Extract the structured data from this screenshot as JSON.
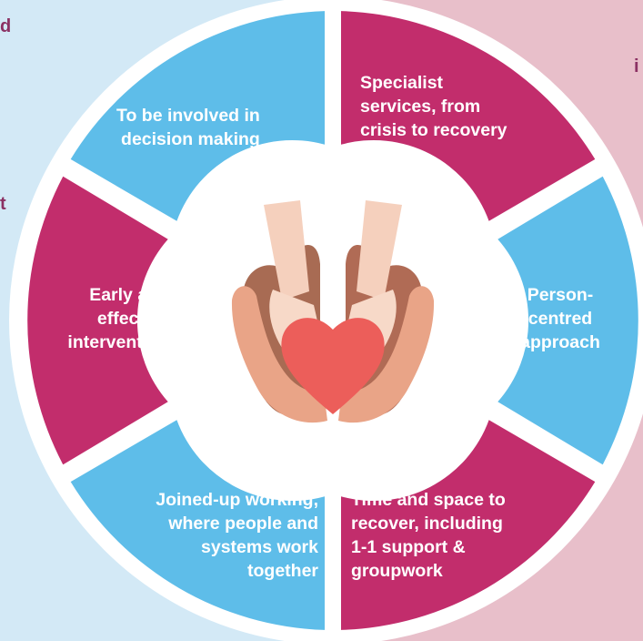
{
  "colors": {
    "background_left": "#d3e9f6",
    "background_right": "#e8bfca",
    "segment_blue": "#5ebde9",
    "segment_magenta": "#c22d6c",
    "center_fill": "#ffffff",
    "heart": "#ec5e5a"
  },
  "edge_text": {
    "left_top": "d",
    "left_mid": "t",
    "right_top": "i"
  },
  "segments": {
    "top_left": [
      "To be involved in",
      "decision making"
    ],
    "top_right": [
      "Specialist",
      "services, from",
      "crisis to recovery"
    ],
    "right": [
      "Person-",
      "centred",
      "approach"
    ],
    "bottom_right": [
      "Time and space to",
      "recover, including",
      "1-1 support &",
      "groupwork"
    ],
    "bottom_left": [
      "Joined-up working,",
      "where people and",
      "systems work",
      "together"
    ],
    "left": [
      "Early and",
      "effective",
      "intervention"
    ]
  },
  "center_illustration": "hands-holding-heart-icon"
}
